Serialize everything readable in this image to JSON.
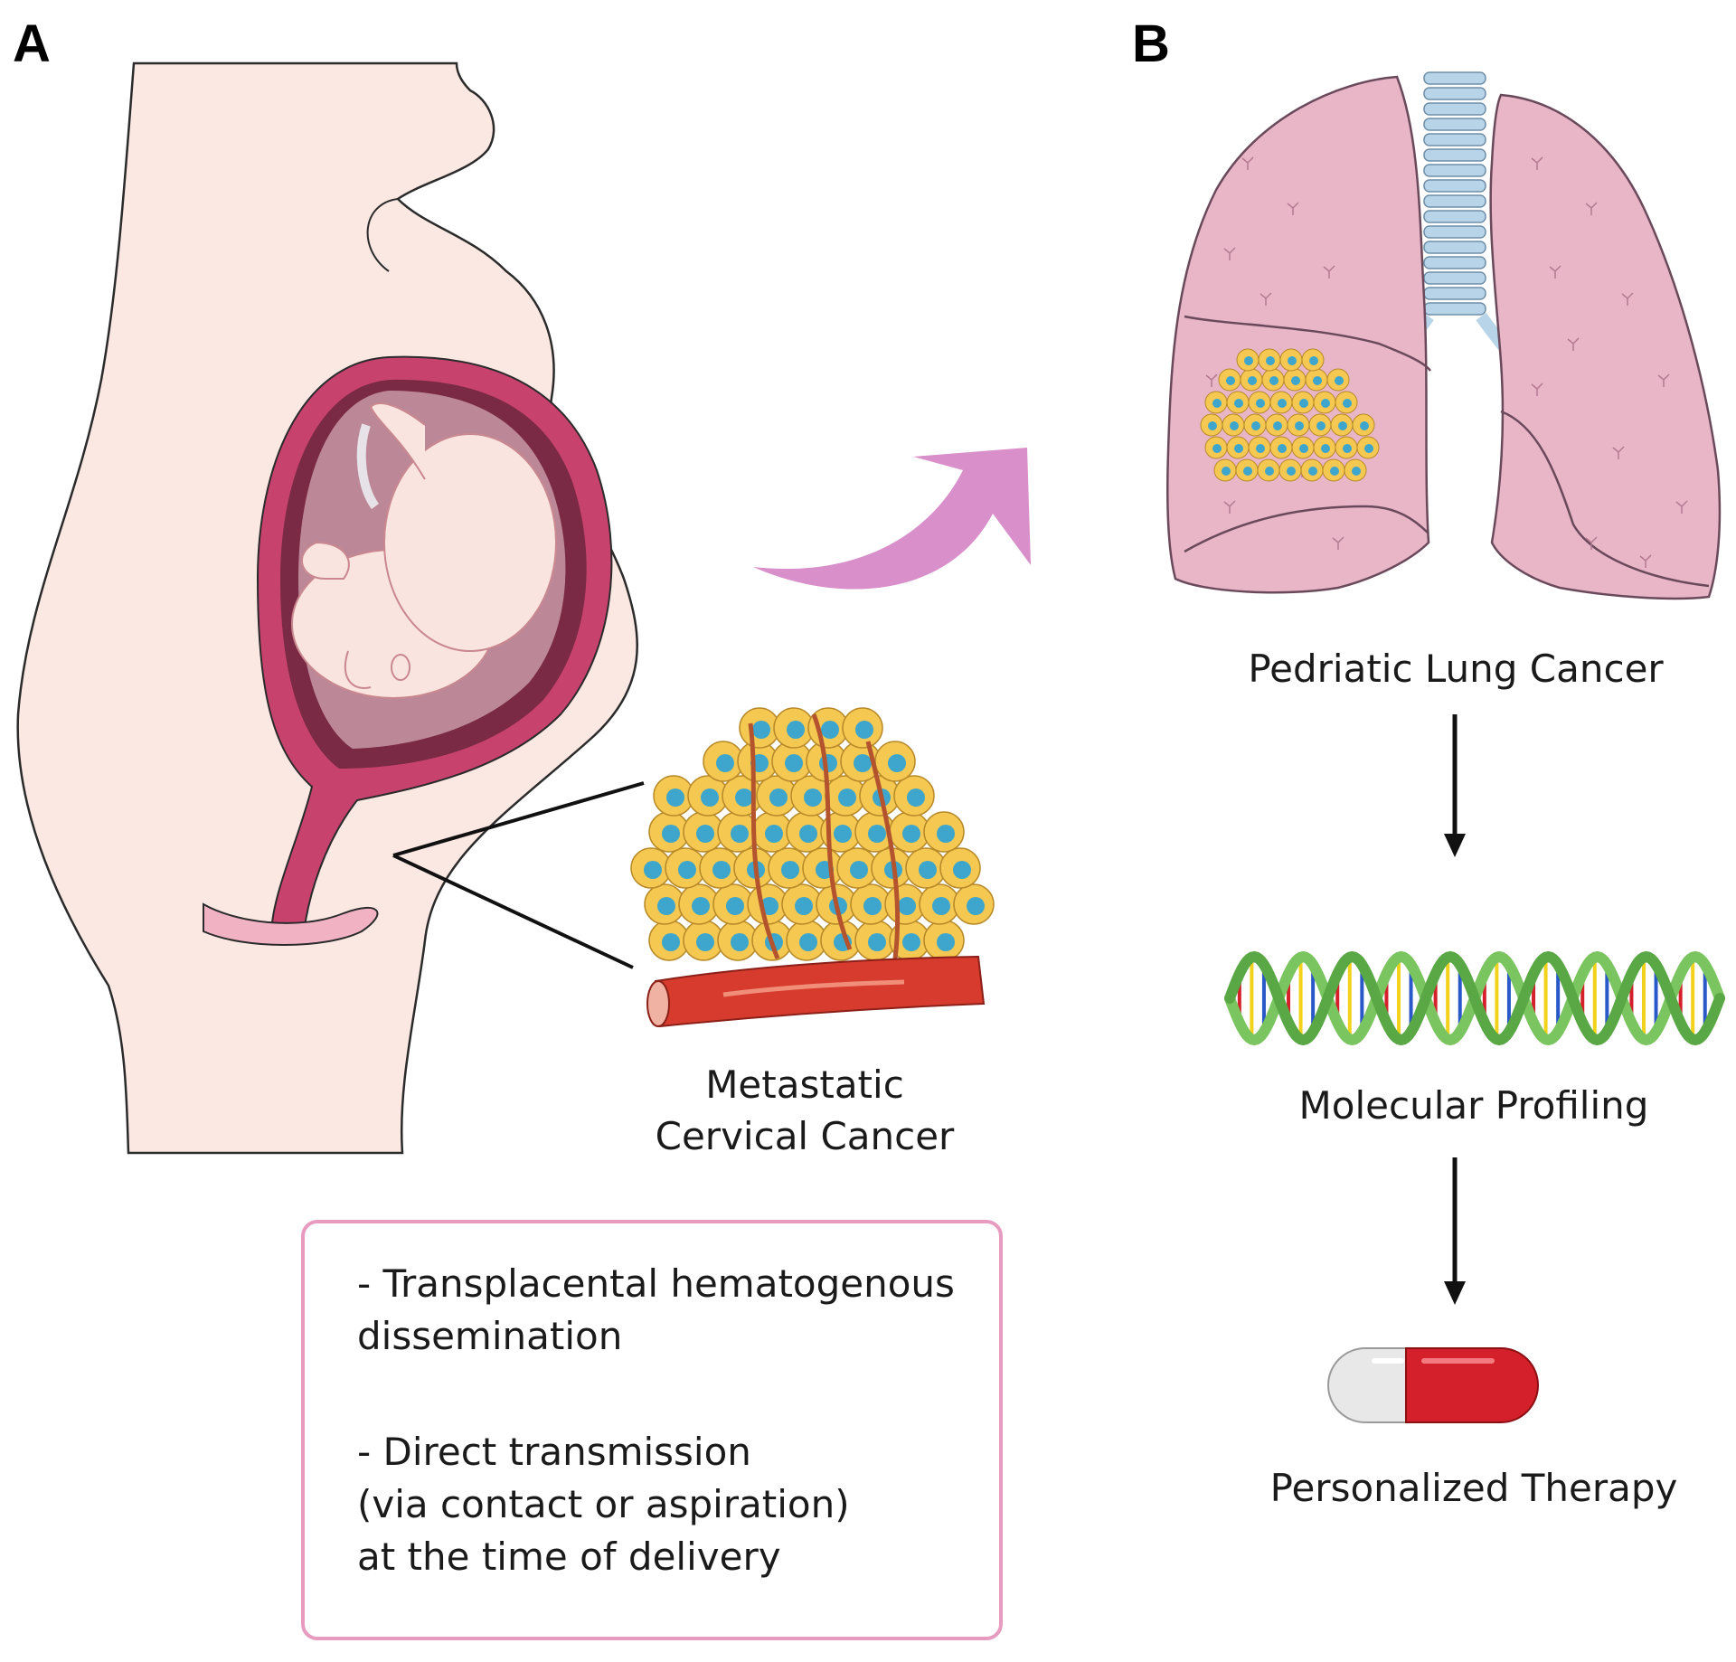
{
  "panels": {
    "a": {
      "letter": "A",
      "tumor_label": "Metastatic\nCervical Cancer"
    },
    "b": {
      "letter": "B"
    }
  },
  "notes": [
    "- Transplacental hematogenous\ndissemination",
    "- Direct transmission\n(via contact or aspiration)\nat the time of delivery"
  ],
  "flow": [
    {
      "label": "Pedriatic Lung Cancer"
    },
    {
      "label": "Molecular Profiling"
    },
    {
      "label": "Personalized Therapy"
    }
  ],
  "colors": {
    "skin": "#fbe8e3",
    "uterus_wall": "#c8426e",
    "uterus_inner": "#7a2a45",
    "amniotic": "#f2d6dc",
    "fetus": "#fae4e0",
    "lung": "#e8b6c7",
    "lung_edge": "#b47a92",
    "trachea": "#b8d4e8",
    "tumor_cell": "#f4c851",
    "nucleus": "#3ea6cc",
    "arrow": "#d98fc9",
    "box_border": "#e79bbf",
    "dna_backbone": "#7bc560",
    "pill_red": "#d4202a",
    "pill_white": "#e8e8e8"
  }
}
